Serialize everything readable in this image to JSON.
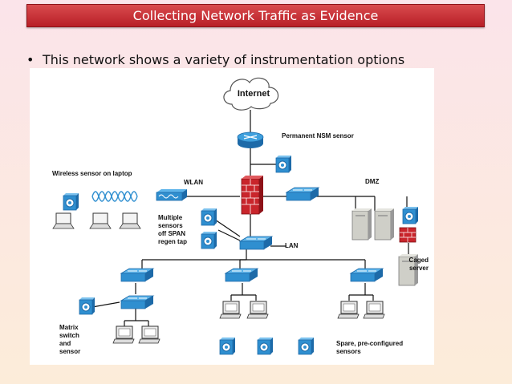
{
  "header": {
    "title": "Collecting Network Traffic as Evidence"
  },
  "bullet": {
    "text": "This network shows a variety of instrumentation options"
  },
  "diagram": {
    "labels": {
      "internet": "Internet",
      "permanent_sensor": "Permanent NSM sensor",
      "wireless": "Wireless sensor on laptop",
      "wlan": "WLAN",
      "dmz": "DMZ",
      "multiple": [
        "Multiple",
        "sensors",
        "off SPAN",
        "regen tap"
      ],
      "lan": "LAN",
      "caged": [
        "Caged",
        "server"
      ],
      "matrix": [
        "Matrix",
        "switch",
        "and",
        "sensor"
      ],
      "spare": [
        "Spare, pre-configured",
        "sensors"
      ]
    },
    "colors": {
      "title_bar": "#c8282d",
      "device_blue": "#2f8fd0",
      "firewall_red": "#c9252b",
      "server_gray": "#c8c8c0"
    }
  }
}
